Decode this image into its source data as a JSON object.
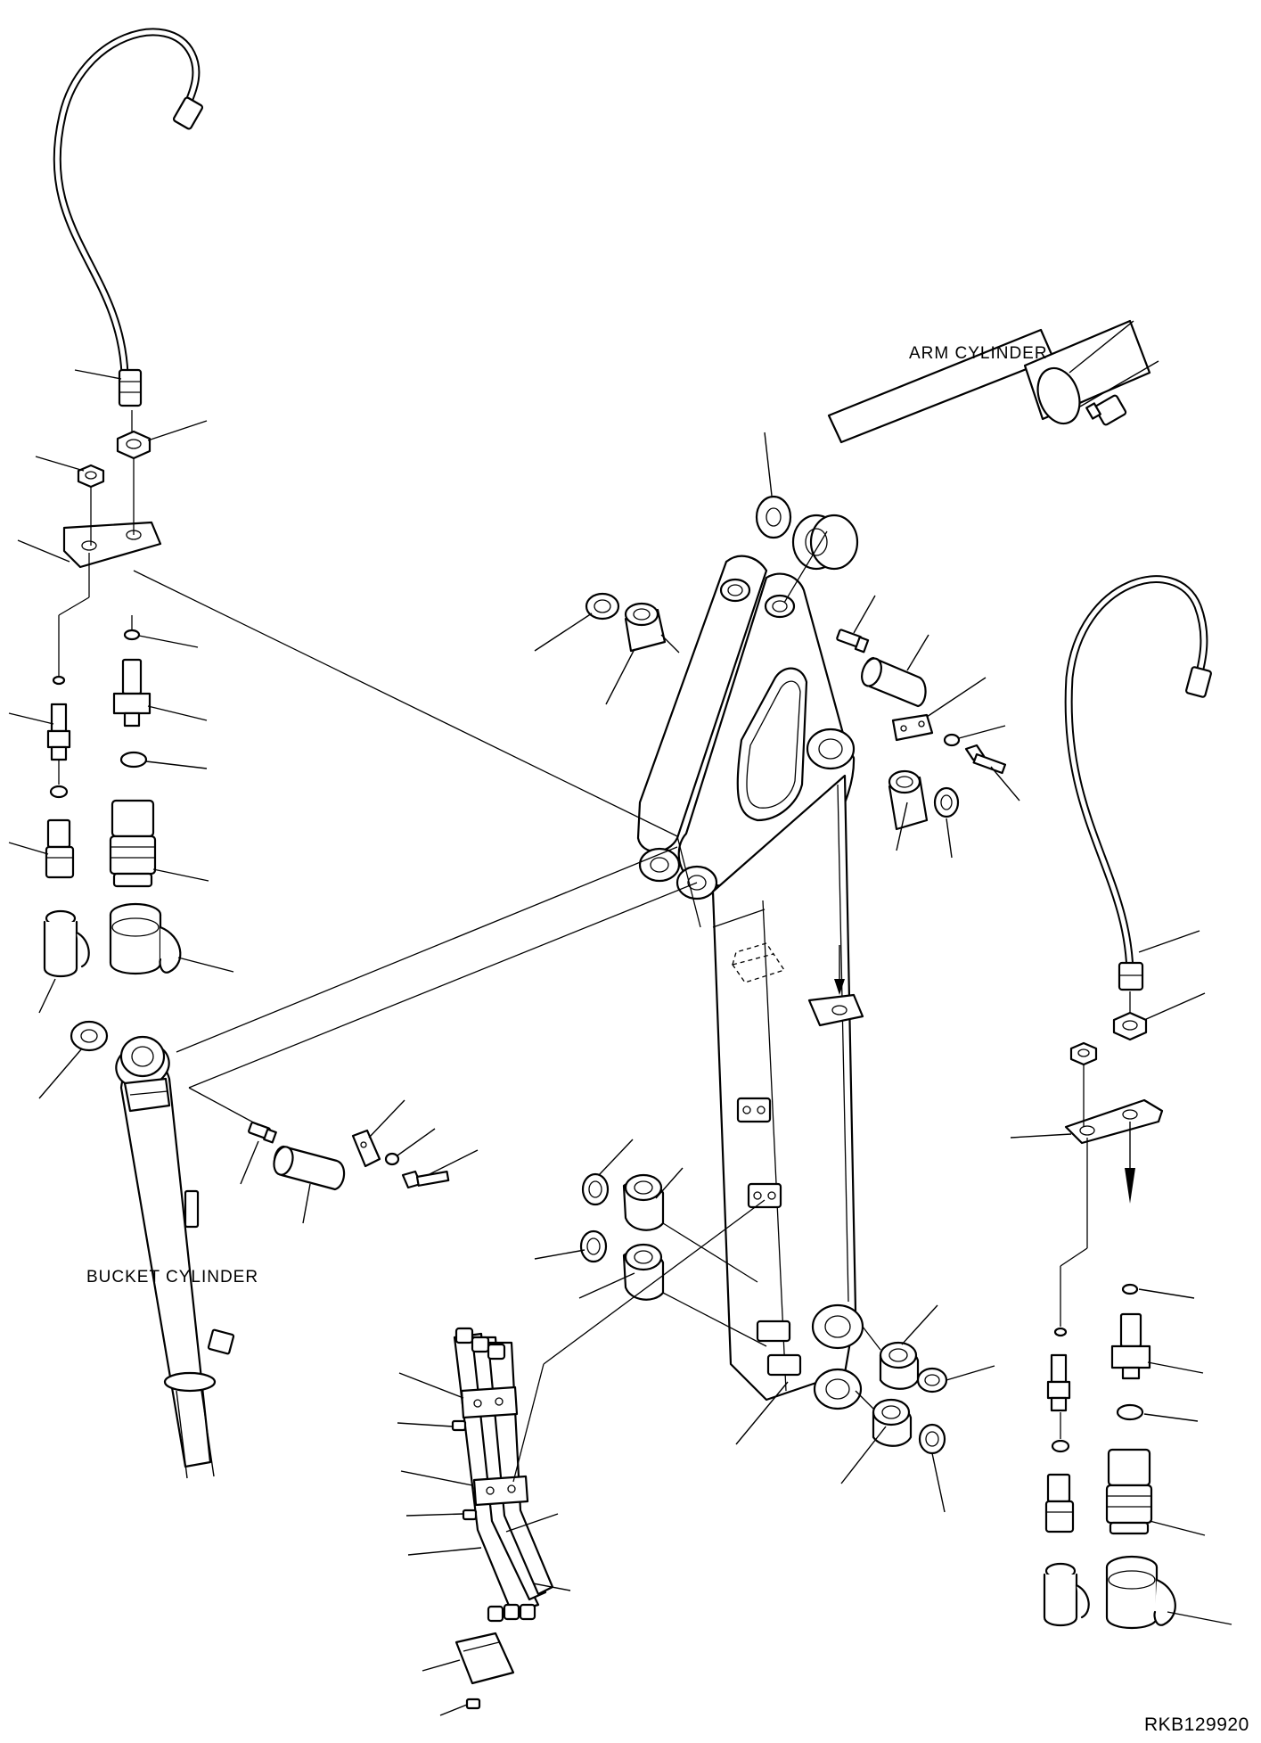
{
  "labels": {
    "arm_cylinder": "ARM CYLINDER",
    "bucket_cylinder": "BUCKET CYLINDER",
    "drawing_code": "RKB129920"
  }
}
